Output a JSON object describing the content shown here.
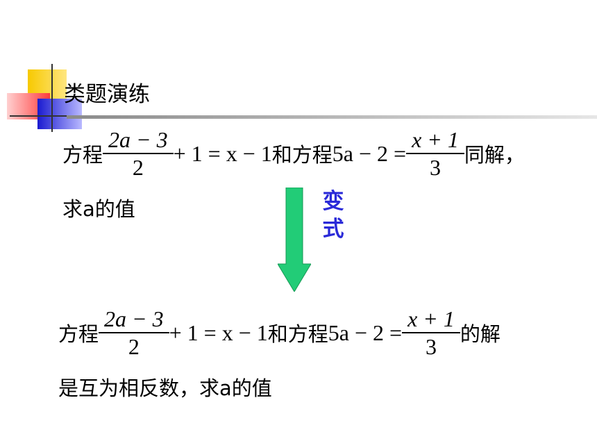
{
  "title": "类题演练",
  "problem1": {
    "prefix": "方程",
    "frac1_num": "2a − 3",
    "frac1_den": "2",
    "expr_mid": "+ 1 = x − 1",
    "connector": "和方程",
    "expr2": "5a − 2 =",
    "frac2_num": "x + 1",
    "frac2_den": "3",
    "suffix": "同解，",
    "line2": "求a的值"
  },
  "arrow_label": "变式",
  "problem2": {
    "prefix": "方程",
    "frac1_num": "2a − 3",
    "frac1_den": "2",
    "expr_mid": "+ 1 = x − 1",
    "connector": "和方程",
    "expr2": "5a − 2 =",
    "frac2_num": "x + 1",
    "frac2_den": "3",
    "suffix": "的解",
    "line2": "是互为相反数，求a的值"
  },
  "colors": {
    "arrow_fill": "#22cc77",
    "arrow_label": "#2a2ad8",
    "deco_yellow": "#f7c900",
    "deco_red": "#ff3b3b",
    "deco_blue": "#1a1ad0"
  }
}
